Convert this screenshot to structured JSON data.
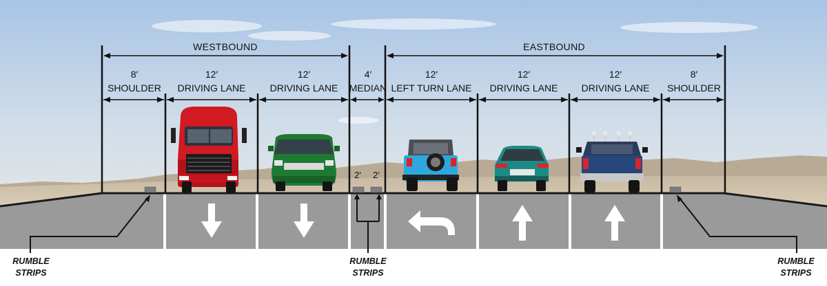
{
  "directions": {
    "westbound": "WESTBOUND",
    "eastbound": "EASTBOUND"
  },
  "lanes": [
    {
      "width": "8′",
      "label": "SHOULDER"
    },
    {
      "width": "12′",
      "label": "DRIVING LANE"
    },
    {
      "width": "12′",
      "label": "DRIVING LANE"
    },
    {
      "width": "4′",
      "label": "MEDIAN"
    },
    {
      "width": "12′",
      "label": "LEFT TURN LANE"
    },
    {
      "width": "12′",
      "label": "DRIVING LANE"
    },
    {
      "width": "12′",
      "label": "DRIVING LANE"
    },
    {
      "width": "8′",
      "label": "SHOULDER"
    }
  ],
  "median_parts": [
    "2′",
    "2′"
  ],
  "rumble_strips": {
    "left": [
      "RUMBLE",
      "STRIPS"
    ],
    "center": [
      "RUMBLE",
      "STRIPS"
    ],
    "right": [
      "RUMBLE",
      "STRIPS"
    ]
  },
  "vehicles": [
    {
      "name": "red-semi-truck",
      "color": "#c8161d",
      "lane": "DRIVING LANE"
    },
    {
      "name": "green-van",
      "color": "#1f7a33",
      "lane": "DRIVING LANE"
    },
    {
      "name": "blue-jeep",
      "color": "#2aa3dc",
      "lane": "LEFT TURN LANE"
    },
    {
      "name": "teal-sedan",
      "color": "#1f8a86",
      "lane": "DRIVING LANE"
    },
    {
      "name": "navy-pickup",
      "color": "#24477a",
      "lane": "DRIVING LANE"
    }
  ],
  "pavement_arrows": [
    "arrow-down-icon",
    "arrow-down-icon",
    "turn-left-arrow-icon",
    "arrow-up-icon",
    "arrow-up-icon"
  ],
  "colors": {
    "pavement": "#999999",
    "stripe": "#ffffff",
    "sky_top": "#a9c6e6",
    "sky_bottom": "#dbe6ee"
  }
}
